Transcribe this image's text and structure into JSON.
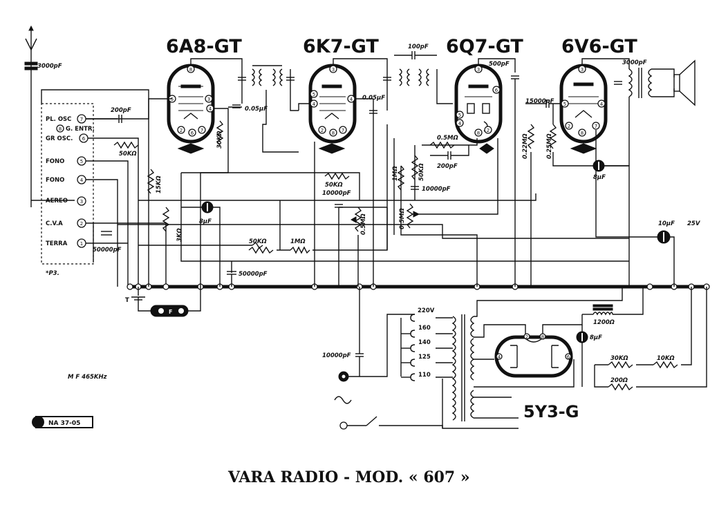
{
  "title": "VARA RADIO - MOD. « 607 »",
  "tubes": {
    "t1": "6A8-GT",
    "t2": "6K7-GT",
    "t3": "6Q7-GT",
    "t4": "6V6-GT",
    "rect": "5Y3-G"
  },
  "terminals": {
    "pl_osc": "PL. OSC",
    "pl_osc_n": "7",
    "g_entr": "G. ENTR.",
    "g_entr_n": "8",
    "gr_osc": "GR OSC.",
    "gr_osc_n": "6",
    "fono1": "FONO",
    "fono1_n": "5",
    "fono2": "FONO",
    "fono2_n": "4",
    "aereo": "AEREO",
    "aereo_n": "3",
    "cva": "C.V.A",
    "cva_n": "2",
    "terra": "TERRA",
    "terra_n": "1",
    "footer_mark": "*P3."
  },
  "components": {
    "c_ant": "3000pF",
    "c_200": "200pF",
    "r_50k_a": "50KΩ",
    "r_15k": "15KΩ",
    "r_30k": "30KΩ",
    "c_005a": "0.05μF",
    "c_005b": "0.05μF",
    "c_100p": "100pF",
    "c_500p": "500pF",
    "c_15000": "15000pF",
    "c_3000o": "3000pF",
    "r_05m_a": "0.5MΩ",
    "c_200b": "200pF",
    "r_50k_b": "50KΩ",
    "c_10000a": "10000pF",
    "r_1m_a": "1MΩ",
    "r_50k_c": "50KΩ",
    "c_10000b": "10000pF",
    "r_05m_b": "0.5MΩ",
    "r_022": "0.22MΩ",
    "r_025": "0.25MΩ",
    "c_8uf_a": "8μF",
    "c_8uf_b": "8μF",
    "c_10uf": "10μF",
    "v_25": "25V",
    "r_3k": "3KΩ",
    "c_8uf_c": "8μF",
    "r_50k_d": "50KΩ",
    "r_1m_b": "1MΩ",
    "c_50000a": "50000pF",
    "c_50000b": "50000pF",
    "r_05m_c": "0.5MΩ",
    "c_10000c": "10000pF",
    "choke": "1200Ω",
    "r_30k_p": "30KΩ",
    "r_10k_p": "10KΩ",
    "r_200": "200Ω",
    "v_220": "220V",
    "v_160": "160",
    "v_140": "140",
    "v_125": "125",
    "v_110": "110",
    "mf": "M F 465KHz",
    "stamp": "NA 37-05",
    "t_label": "T",
    "fuse_f": "F"
  }
}
